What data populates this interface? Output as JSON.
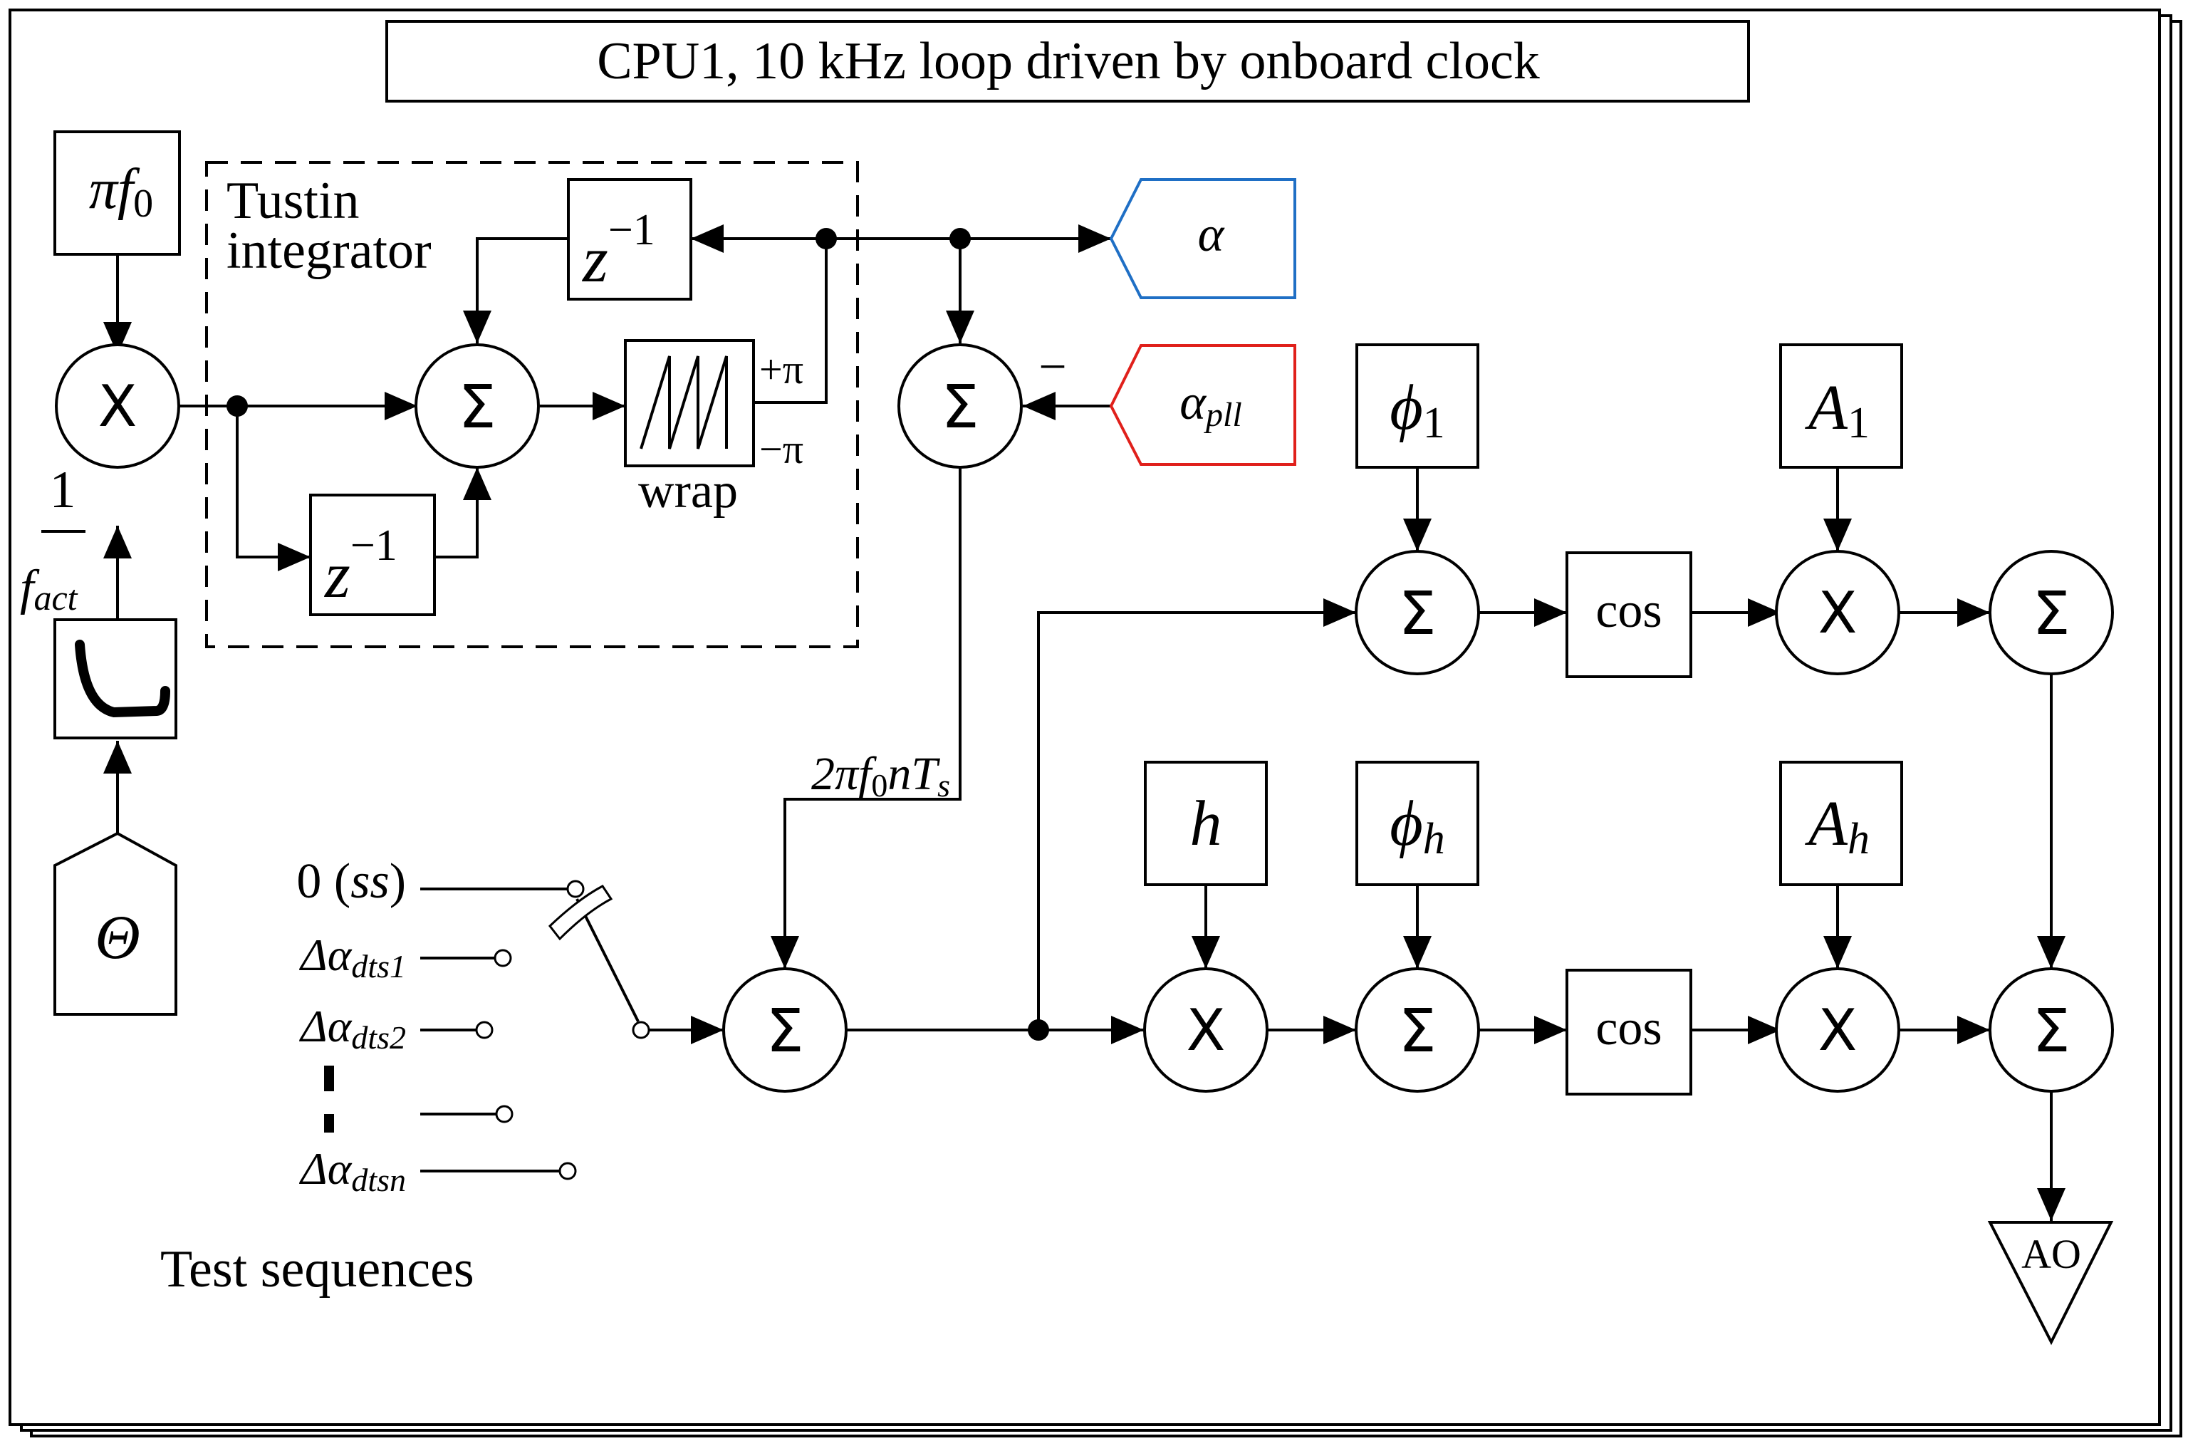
{
  "frame": {
    "title": "CPU1,  10 kHz loop driven by onboard clock"
  },
  "integrator": {
    "label_line1": "Tustin",
    "label_line2": "integrator",
    "delay_label": "z",
    "delay_exp": "−1"
  },
  "blocks": {
    "pi_f0": {
      "text": "πf",
      "sub": "0"
    },
    "theta": {
      "text": "Θ"
    },
    "wrap": {
      "label": "wrap",
      "plus": "+π",
      "minus": "−π"
    },
    "alpha": {
      "text": "α",
      "color": "#1f6fc5"
    },
    "alpha_pll": {
      "text": "α",
      "sub": "pll",
      "color": "#e0201b"
    },
    "phi1": {
      "text": "ϕ",
      "sub": "1"
    },
    "A1": {
      "text": "A",
      "sub": "1"
    },
    "h": {
      "text": "h"
    },
    "phih": {
      "text": "ϕ",
      "sub": "h"
    },
    "Ah": {
      "text": "A",
      "sub": "h"
    },
    "cos_top": {
      "text": "cos"
    },
    "cos_bot": {
      "text": "cos"
    },
    "ao": {
      "text": "AO"
    }
  },
  "operators": {
    "multiply": "X",
    "sum": "Σ"
  },
  "signals": {
    "inv_fact": {
      "num": "1",
      "den": "f",
      "den_sub": "act"
    },
    "phase": {
      "pre": "2πf",
      "sub0": "0",
      "mid": "nT",
      "sub_s": "s"
    },
    "sum_minus": "−"
  },
  "test_sequences": {
    "title": "Test sequences",
    "items": [
      {
        "label": "0 (",
        "label_it": "ss",
        "label_post": ")"
      },
      {
        "label": "Δα",
        "sub": "dts1"
      },
      {
        "label": "Δα",
        "sub": "dts2"
      },
      {
        "label": "",
        "sub": ""
      },
      {
        "label": "Δα",
        "sub": "dtsn"
      }
    ]
  }
}
